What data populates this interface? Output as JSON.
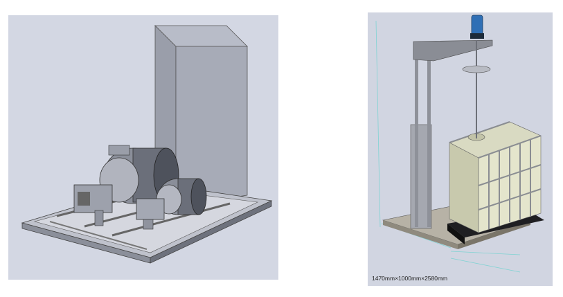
{
  "images": [
    {
      "name": "pump-skid-render"
    },
    {
      "name": "ibc-tank-mixer-render",
      "dimension_text": "1470mm×1000mm×2580mm"
    }
  ],
  "colors": {
    "panel_bg": "#d3d7e3",
    "metal_light": "#c9ccd6",
    "metal_dark": "#5d616d",
    "tank_tint": "#e4e5cc",
    "motor_blue": "#2f6fb5",
    "dimension_line": "#7fd3d3"
  }
}
